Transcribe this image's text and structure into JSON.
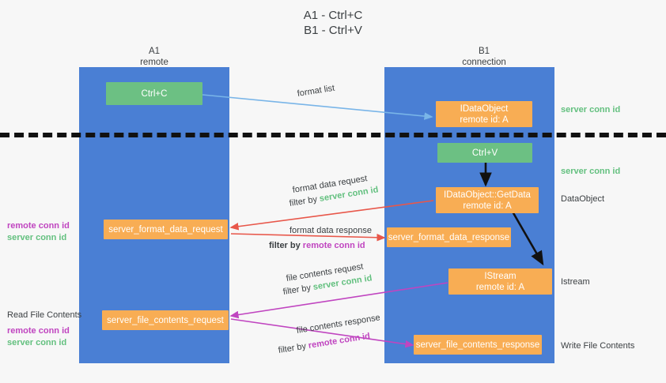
{
  "title": "A1 - Ctrl+C\nB1 - Ctrl+V",
  "columns": [
    {
      "name": "A1",
      "subtitle": "remote"
    },
    {
      "name": "B1",
      "subtitle": "connection"
    }
  ],
  "colors": {
    "lane": "#4a7fd4",
    "green_box": "#6cc083",
    "orange_box": "#f8ad54",
    "server_conn_id": "#63c07f",
    "remote_conn_id": "#c045c0",
    "arrow_blue": "#79b5e8",
    "arrow_red": "#e8574a",
    "arrow_magenta": "#c045c0",
    "arrow_black": "#111111",
    "background": "#f7f7f7"
  },
  "boxes": {
    "ctrl_c": "Ctrl+C",
    "ctrl_v": "Ctrl+V",
    "idataobject_title": "IDataObject",
    "idataobject_sub": "remote id: A",
    "getdata_title": "IDataObject::GetData",
    "getdata_sub": "remote id: A",
    "istream_title": "IStream",
    "istream_sub": "remote id: A",
    "server_format_data_request": "server_format_data_request",
    "server_format_data_response": "server_format_data_response",
    "server_file_contents_request": "server_file_contents_request",
    "server_file_contents_response": "server_file_contents_response"
  },
  "edge_labels": {
    "format_list": "format list",
    "format_data_request": "format data request",
    "format_data_response": "format data response",
    "file_contents_request": "file contents request",
    "file_contents_response": "file contents response",
    "filter_by": "filter by ",
    "server_conn_id": "server conn id",
    "remote_conn_id": "remote conn id"
  },
  "right_labels": {
    "server_conn_id_1": "server conn id",
    "server_conn_id_2": "server conn id",
    "dataobject": "DataObject",
    "istream": "Istream",
    "write_file_contents": "Write File Contents"
  },
  "left_labels": {
    "remote_conn_id_1": "remote conn id",
    "server_conn_id_1": "server conn id",
    "read_file_contents": "Read File Contents",
    "remote_conn_id_2": "remote conn id",
    "server_conn_id_2": "server conn id"
  }
}
